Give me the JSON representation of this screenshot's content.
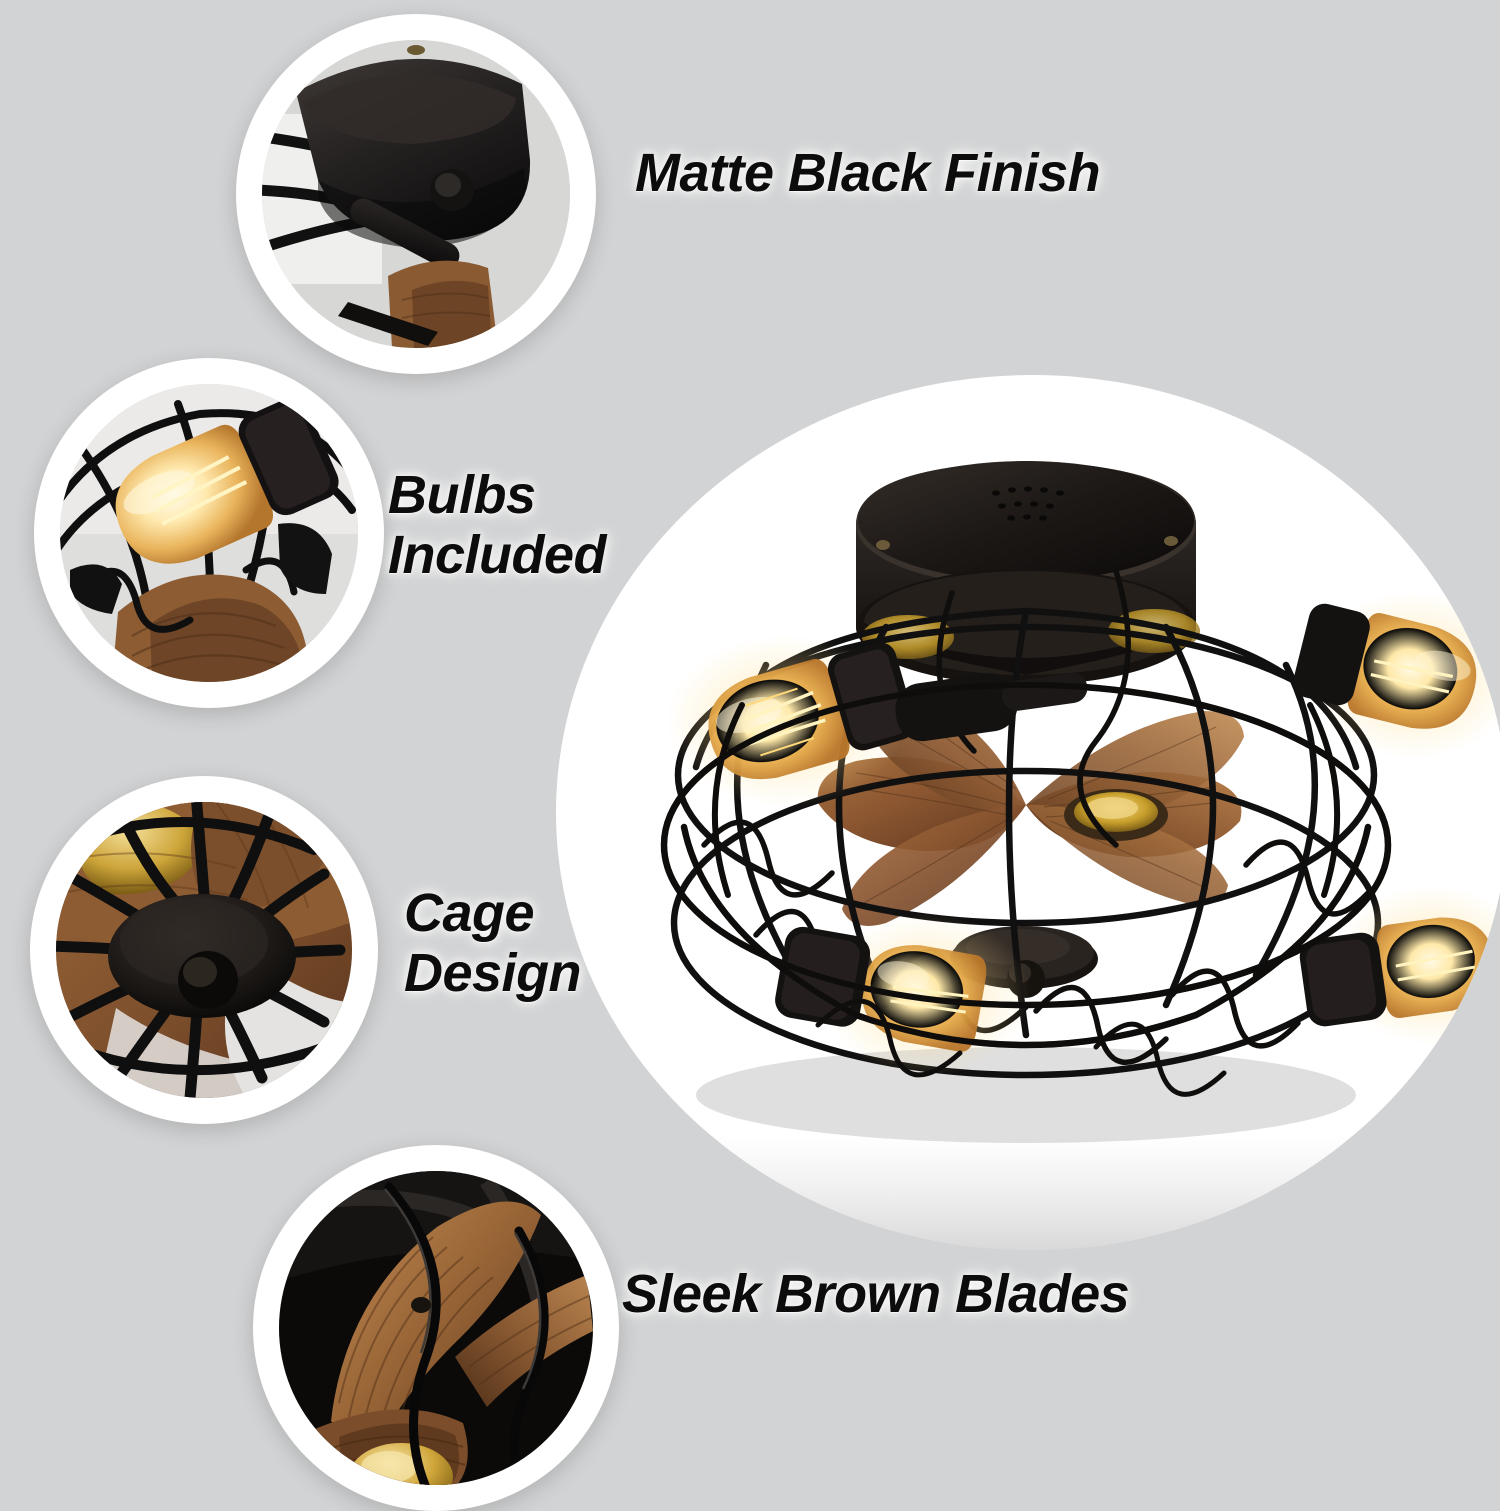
{
  "page": {
    "background_color": "#d2d3d4",
    "text_color": "#0c0c0c",
    "product": "caged ceiling fan with light"
  },
  "features": [
    {
      "id": "matte-black-finish",
      "label": "Matte Black Finish",
      "circle_photo": "close-up of matte black dome canopy and cage arm"
    },
    {
      "id": "bulbs-included",
      "label": "Bulbs\nIncluded",
      "circle_photo": "close-up of amber edison bulb inside black wire cage"
    },
    {
      "id": "cage-design",
      "label": "Cage\nDesign",
      "circle_photo": "close-up of black cage hub and spokes over brown blades"
    },
    {
      "id": "sleek-brown-blades",
      "label": "Sleek Brown Blades",
      "circle_photo": "close-up of curved brown woodgrain fan blades"
    }
  ],
  "hero": {
    "alt": "matte black caged ceiling fan with five amber edison bulbs and brown wood blades",
    "colors": {
      "matte_black": "#1b1a19",
      "cage_wire": "#121212",
      "wood_brown": "#8a5a32",
      "wood_brown_dark": "#5c3a1f",
      "bulb_amber": "#e8a73c",
      "bulb_glow": "#fff3c4",
      "gold_accent": "#c9a227",
      "backdrop": "#ffffff"
    },
    "parts": {
      "canopy": "ceiling canopy plate",
      "vents": "vent holes",
      "screws": "mounting screws",
      "bulb_count": 5,
      "blade_count": 6,
      "downrod_cap": "center hub finial"
    }
  }
}
